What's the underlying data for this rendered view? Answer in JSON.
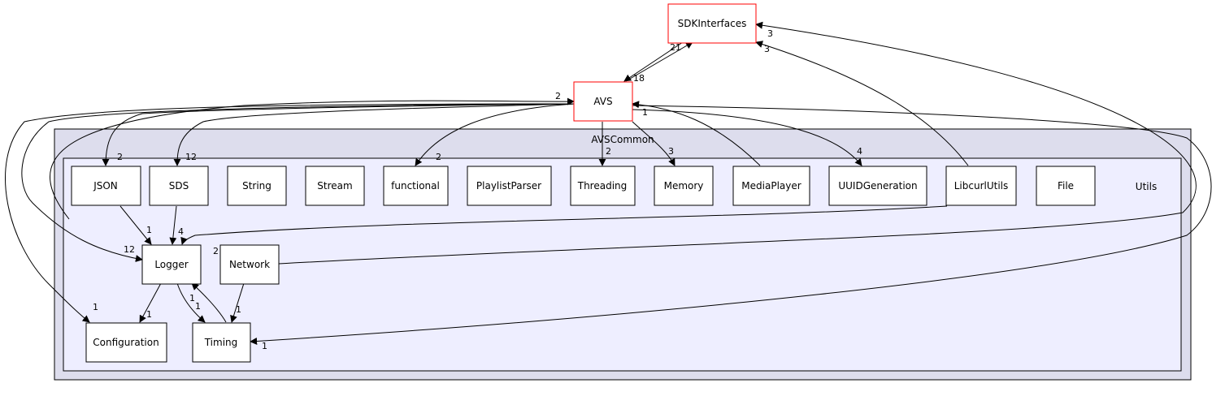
{
  "diagram": {
    "clusters": {
      "outer": "AVSCommon",
      "inner": "Utils"
    },
    "nodes": {
      "sdk": "SDKInterfaces",
      "avs": "AVS",
      "json": "JSON",
      "sds": "SDS",
      "string": "String",
      "stream": "Stream",
      "functional": "functional",
      "playlistparser": "PlaylistParser",
      "threading": "Threading",
      "memory": "Memory",
      "mediaplayer": "MediaPlayer",
      "uuidgeneration": "UUIDGeneration",
      "libcurlutils": "LibcurlUtils",
      "file": "File",
      "logger": "Logger",
      "network": "Network",
      "configuration": "Configuration",
      "timing": "Timing"
    },
    "edge_labels": {
      "avs_to_sdk": "21",
      "sdk_to_avs": "18",
      "libcurl_to_sdk": "3",
      "network_to_sdk": "3",
      "json_to_avs": "2",
      "avs_to_json": "2",
      "avs_to_sds": "12",
      "avs_to_functional": "2",
      "avs_to_threading": "2",
      "avs_to_memory": "3",
      "avs_to_uuid": "4",
      "mediaplayer_to_avs": "1",
      "json_to_logger": "1",
      "sds_to_logger": "4",
      "avs_to_logger": "12",
      "libcurl_to_logger": "2",
      "logger_to_configuration": "1",
      "logger_to_timing": "1",
      "timing_to_logger": "1",
      "network_to_timing": "1",
      "avs_to_configuration": "1",
      "avs_to_timing": "1"
    }
  }
}
